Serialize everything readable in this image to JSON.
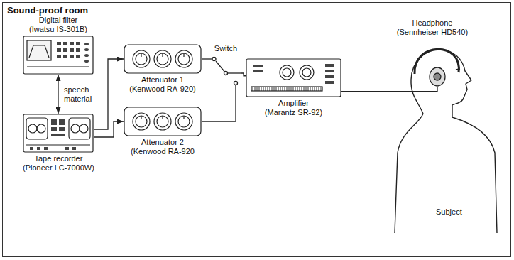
{
  "diagram": {
    "nodes": [
      {
        "text": [
          "Sound-proof room"
        ]
      },
      {
        "text": [
          "Digital filter",
          "(Iwatsu IS-301B)"
        ],
        "in": 0
      },
      {
        "text": [
          "Tape recorder",
          "(Pioneer LC-7000W)"
        ],
        "in": 0
      },
      {
        "text": [
          "Attenuator 1",
          "(Kenwood RA-920)"
        ],
        "in": 0
      },
      {
        "text": [
          "Attenuator 2",
          "(Kenwood RA-920"
        ],
        "in": 0
      },
      {
        "text": [
          "Switch"
        ],
        "in": 0
      },
      {
        "text": [
          "Amplifier",
          "(Marantz SR-92)"
        ],
        "in": 0
      },
      {
        "text": [
          "Headphone",
          "(Sennheiser HD540)"
        ],
        "in": 0
      }
    ],
    "edges": [
      {
        "from": 1,
        "to": 2,
        "label": "speech material",
        "arrow": "both"
      },
      {
        "from": 2,
        "to": 3,
        "arrow": "to"
      },
      {
        "from": 2,
        "to": 4,
        "arrow": "to"
      },
      {
        "from": 3,
        "to": 5,
        "arrow": "none"
      },
      {
        "from": 4,
        "to": 5,
        "arrow": "none"
      },
      {
        "from": 5,
        "to": 6,
        "arrow": "none"
      },
      {
        "from": 6,
        "to": 7,
        "arrow": "none"
      }
    ],
    "labels": [
      "Subject"
    ]
  }
}
